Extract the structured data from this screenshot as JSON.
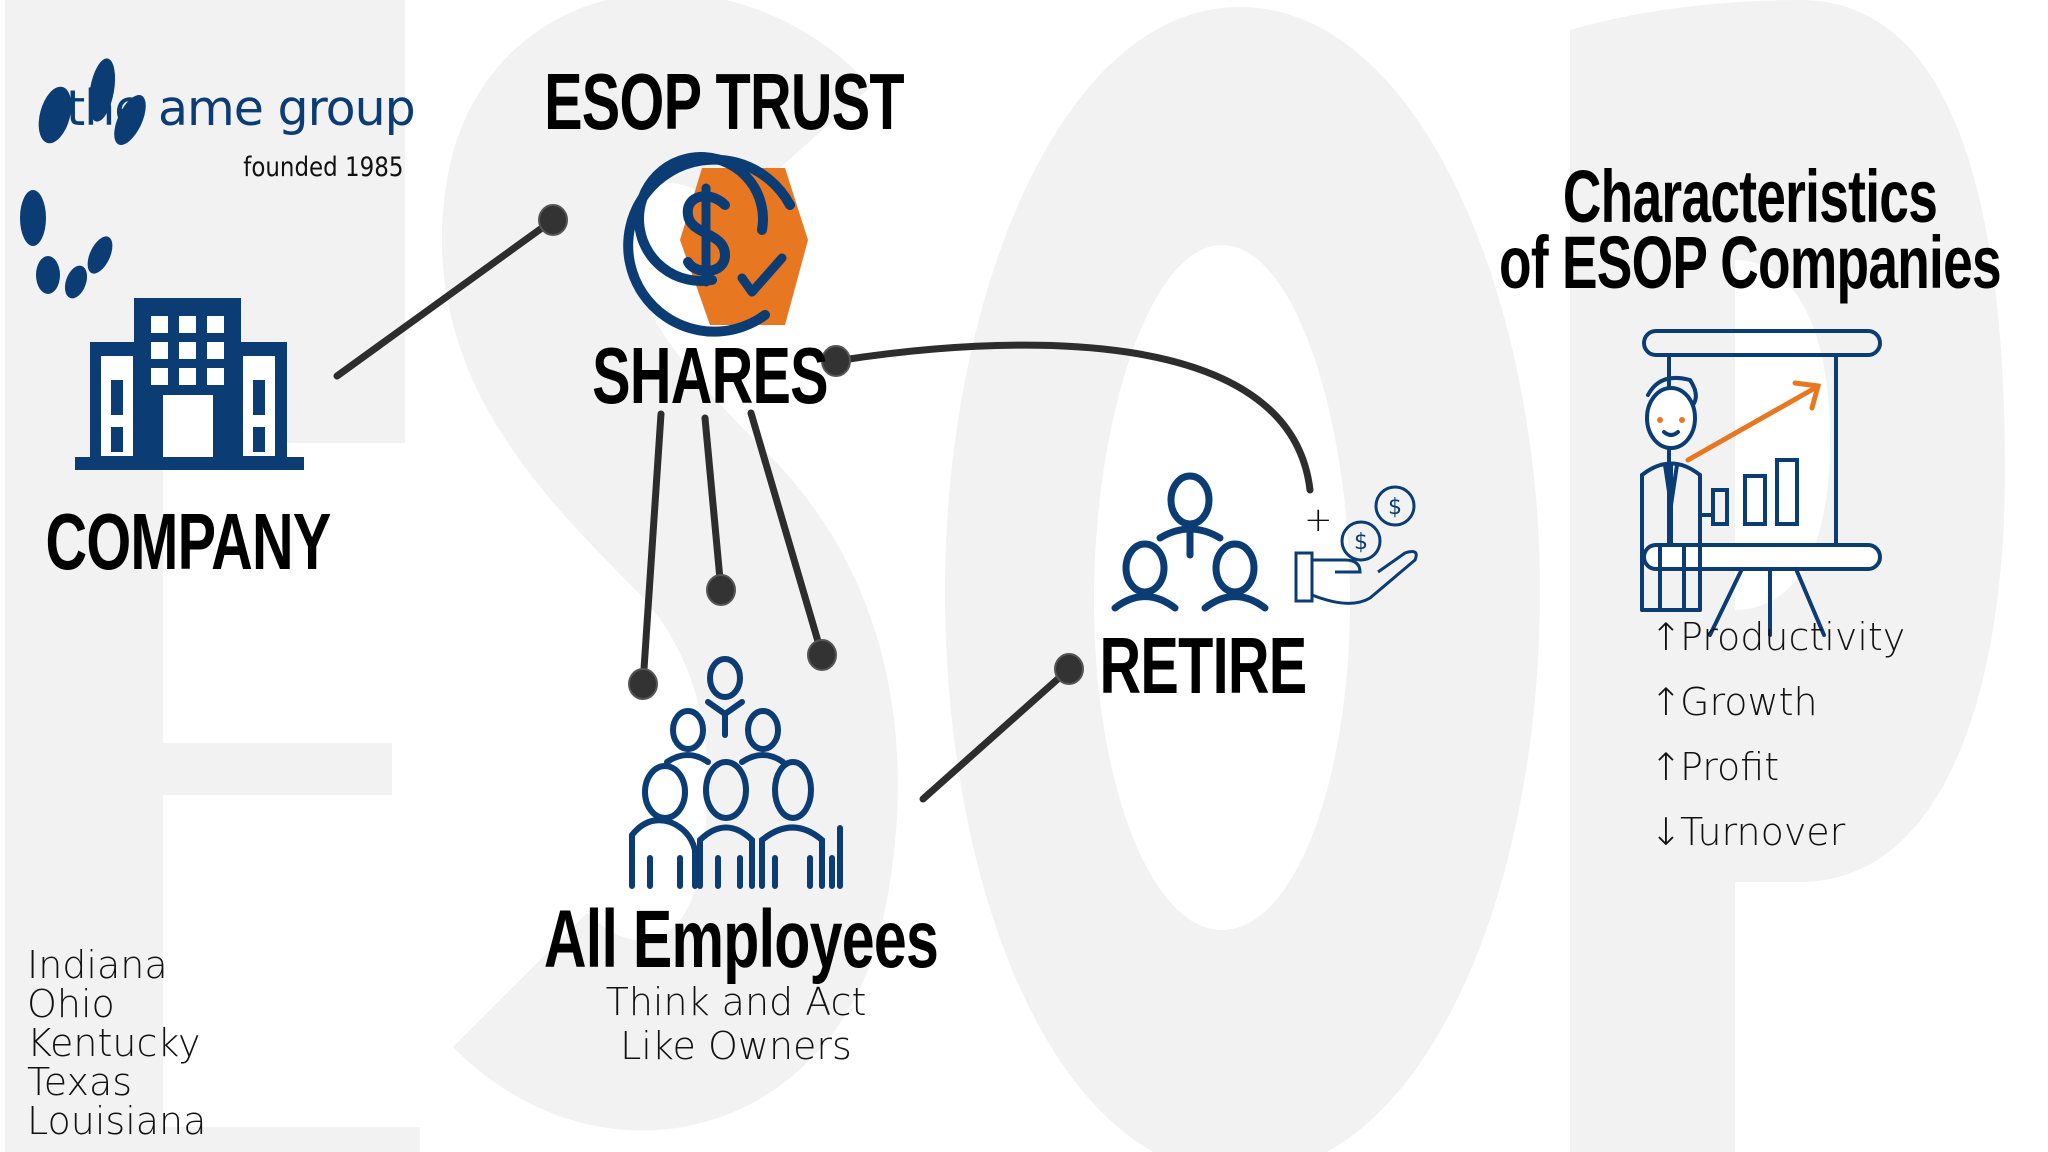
{
  "logo": {
    "name": "the ame group",
    "tagline": "founded 1985"
  },
  "background_word": "ESOP",
  "nodes": {
    "company": "COMPANY",
    "esop_trust": "ESOP TRUST",
    "shares": "SHARES",
    "all_employees": "All Employees",
    "employees_subtitle_1": "Think and Act",
    "employees_subtitle_2": "Like Owners",
    "retire": "RETIRE",
    "plus": "+"
  },
  "states": [
    "Indiana",
    "Ohio",
    "Kentucky",
    "Texas",
    "Louisiana"
  ],
  "characteristics": {
    "title_line1": "Characteristics",
    "title_line2": "of ESOP Companies",
    "items": [
      {
        "arrow": "↑",
        "label": "Productivity"
      },
      {
        "arrow": "↑",
        "label": "Growth"
      },
      {
        "arrow": "↑",
        "label": "Profit"
      },
      {
        "arrow": "↓",
        "label": "Turnover"
      }
    ]
  },
  "colors": {
    "navy": "#0b3c73",
    "orange": "#e87722",
    "connector": "#2d2d2d",
    "background_letters": "#f2f2f2"
  }
}
